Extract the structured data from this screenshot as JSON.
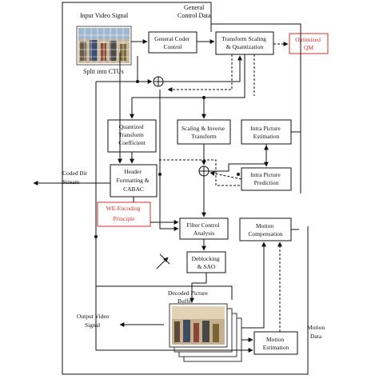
{
  "labels": {
    "input_video_signal": "Input Video Signal",
    "split_into_ctus": "Split into CTUs",
    "general_control_data": [
      "General",
      "Control Data"
    ],
    "general_coder_control": [
      "General Coder",
      "Control"
    ],
    "transform_scaling_quantization": [
      "Transform Scaling",
      "& Quantization"
    ],
    "optimized_qm": [
      "Optimized",
      "QM"
    ],
    "quantized_transform_coefficient": [
      "Quantized",
      "Transform",
      "Coefficient"
    ],
    "scaling_inverse_transform": [
      "Scaling & Inverse",
      "Transform"
    ],
    "intra_picture_estimation": [
      "Intra Picture",
      "Estimation"
    ],
    "coded_bit_stream": [
      "Coded Bit",
      "Stream"
    ],
    "header_formatting_cabac": [
      "Header",
      "Formatting &",
      "CABAC"
    ],
    "intra_picture_prediction": [
      "Intra Picture",
      "Prediction"
    ],
    "we_encoding_principle": [
      "WE-Encoding",
      "Principle"
    ],
    "filter_control_analysis": [
      "Filter Control",
      "Analysis"
    ],
    "motion_compensation": [
      "Motion",
      "Compensation"
    ],
    "deblocking_sao": [
      "Deblocking",
      "& SAO"
    ],
    "decoded_picture_buffer": [
      "Decoded Picture",
      "Buffer"
    ],
    "output_video_signal": [
      "Output Video",
      "Signal"
    ],
    "motion_estimation": [
      "Motion",
      "Estimation"
    ],
    "motion_data": [
      "Motion",
      "Data"
    ]
  },
  "colors": {
    "highlight": "#d0302a",
    "line": "#111111"
  }
}
